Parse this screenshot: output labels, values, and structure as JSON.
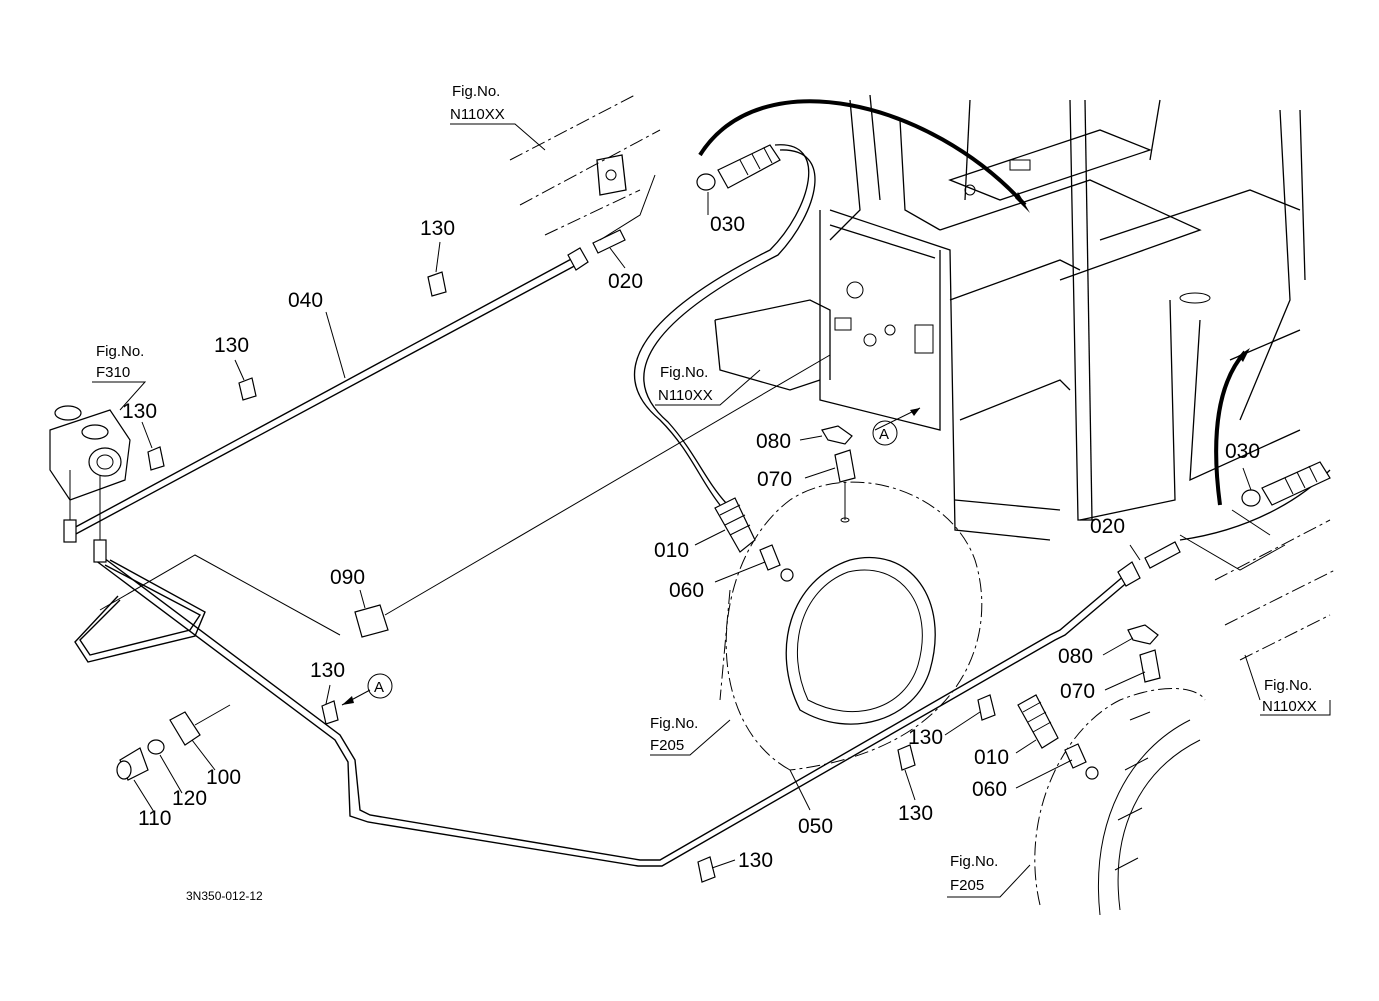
{
  "drawing_code": "3N350-012-12",
  "callouts": {
    "p010a": "010",
    "p010b": "010",
    "p020a": "020",
    "p020b": "020",
    "p030a": "030",
    "p030b": "030",
    "p040": "040",
    "p050": "050",
    "p060a": "060",
    "p060b": "060",
    "p070a": "070",
    "p070b": "070",
    "p080a": "080",
    "p080b": "080",
    "p090": "090",
    "p100": "100",
    "p110": "110",
    "p120": "120",
    "p130a": "130",
    "p130b": "130",
    "p130c": "130",
    "p130d": "130",
    "p130e": "130",
    "p130f": "130",
    "p130g": "130"
  },
  "figure_refs": {
    "label": "Fig.No.",
    "n110_top": "N110XX",
    "n110_mid": "N110XX",
    "n110_right": "N110XX",
    "f310": "F310",
    "f205_mid": "F205",
    "f205_bottom": "F205"
  },
  "view_markers": {
    "a1": "A",
    "a2": "A"
  }
}
